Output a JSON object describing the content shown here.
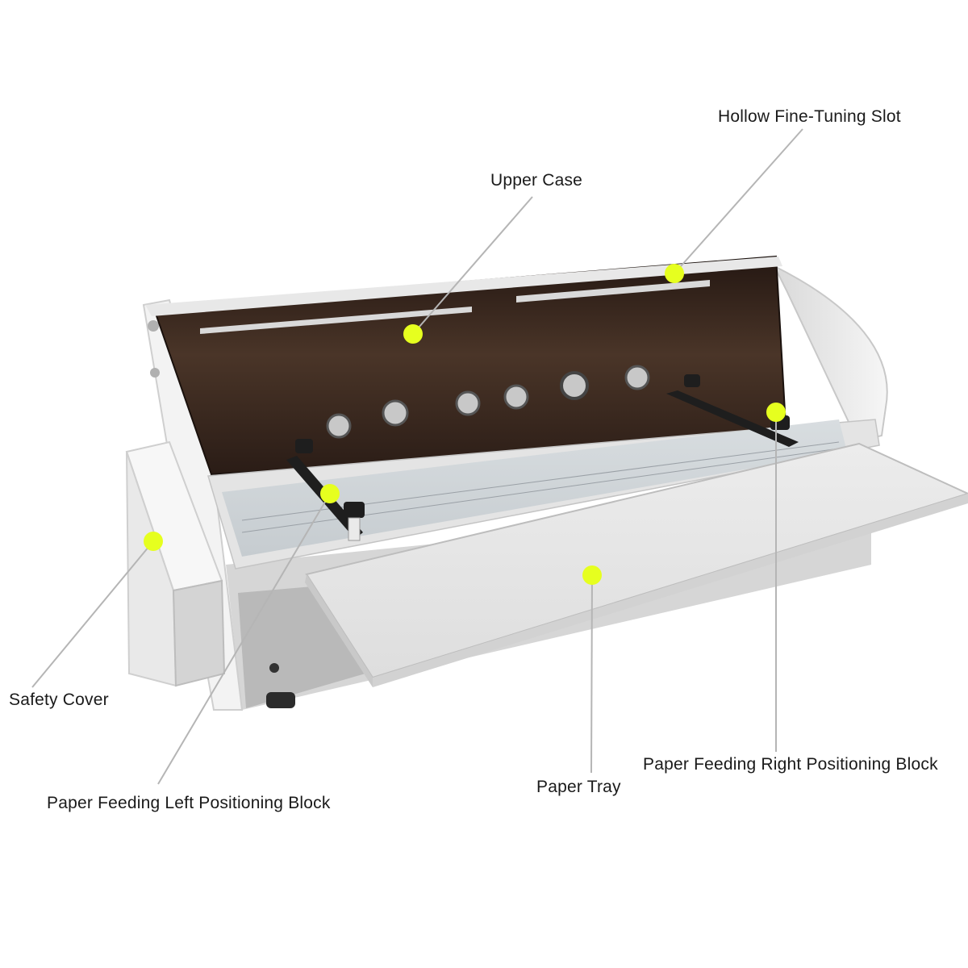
{
  "labels": {
    "hollow_slot": "Hollow Fine-Tuning Slot",
    "upper_case": "Upper Case",
    "safety_cover": "Safety Cover",
    "left_block": "Paper Feeding Left Positioning Block",
    "paper_tray": "Paper Tray",
    "right_block": "Paper Feeding Right Positioning Block"
  },
  "colors": {
    "marker": "#e6ff1f",
    "leader_line": "#b5b5b5",
    "cover_smoked": "#3a2a22",
    "machine_body": "#eeeeee"
  }
}
